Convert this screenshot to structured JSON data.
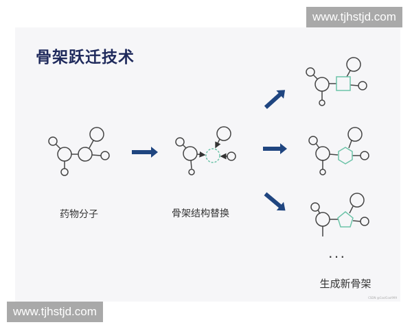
{
  "title": "骨架跃迁技术",
  "labels": {
    "drug_molecule": "药物分子",
    "scaffold_replacement": "骨架结构替换",
    "ellipsis": "· · ·",
    "new_scaffolds": "生成新骨架"
  },
  "credit": "CSDN @CoolCool999",
  "watermarks": [
    "www.tjhstjd.com",
    "www.tjhstjd.com"
  ],
  "colors": {
    "title": "#1f2a5c",
    "arrow": "#1f4580",
    "scaffold": "#6cc3a8",
    "bond": "#444444"
  }
}
